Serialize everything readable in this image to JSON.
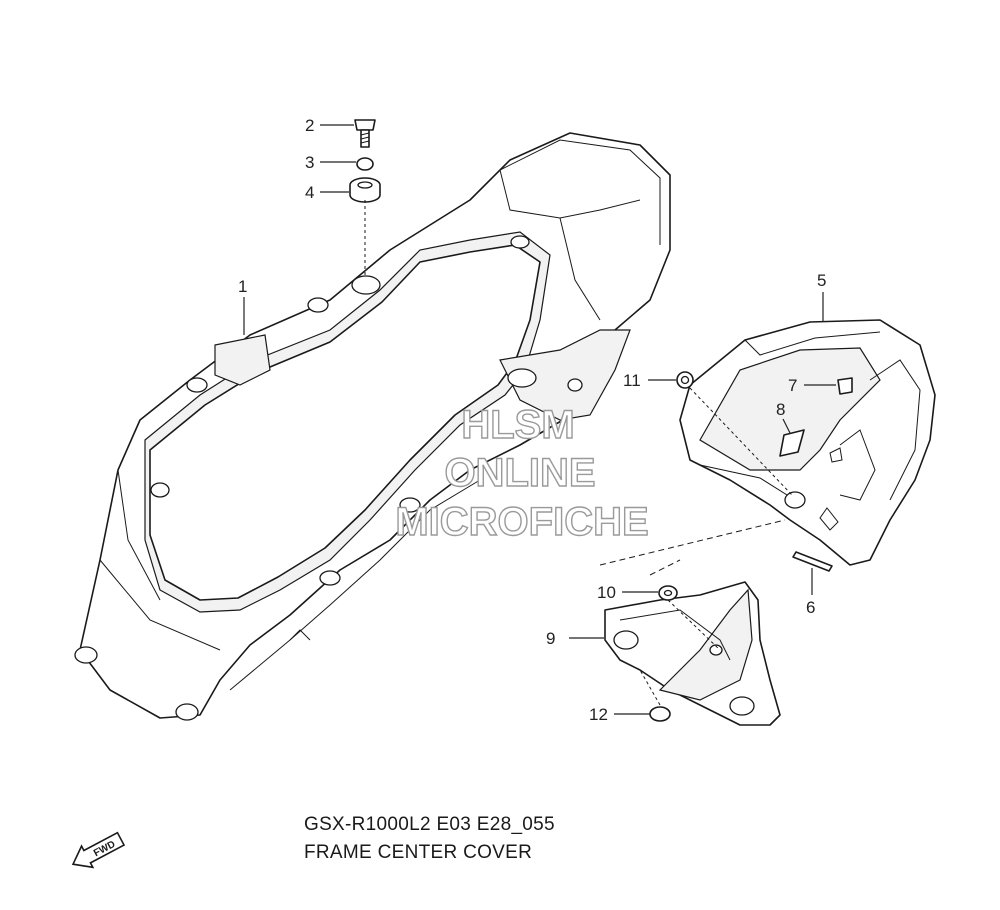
{
  "diagram": {
    "callouts": [
      {
        "id": "c1",
        "label": "1"
      },
      {
        "id": "c2",
        "label": "2"
      },
      {
        "id": "c3",
        "label": "3"
      },
      {
        "id": "c4",
        "label": "4"
      },
      {
        "id": "c5",
        "label": "5"
      },
      {
        "id": "c6",
        "label": "6"
      },
      {
        "id": "c7",
        "label": "7"
      },
      {
        "id": "c8",
        "label": "8"
      },
      {
        "id": "c9",
        "label": "9"
      },
      {
        "id": "c10",
        "label": "10"
      },
      {
        "id": "c11",
        "label": "11"
      },
      {
        "id": "c12",
        "label": "12"
      }
    ],
    "watermark": [
      "HLSM",
      "ONLINE",
      "MICROFICHE"
    ],
    "fwd_label": "FWD"
  },
  "caption": {
    "model_code": "GSX-R1000L2 E03 E28_055",
    "title": "FRAME CENTER COVER"
  }
}
